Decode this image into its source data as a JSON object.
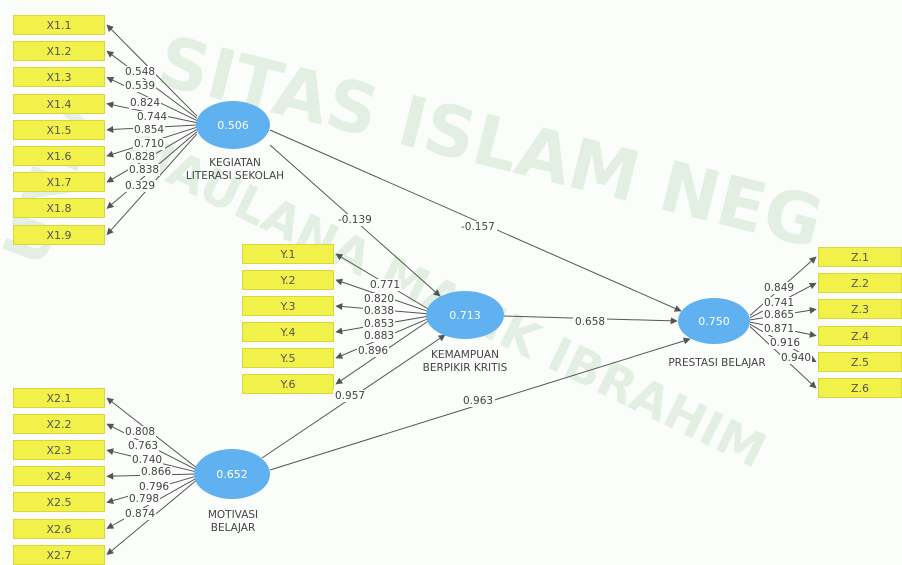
{
  "watermark": {
    "text_top": "SITAS ISLAM NEG",
    "text_mid": "MAULANA MALIK IBRAHIM",
    "text_left": "UNIV"
  },
  "colors": {
    "indicator": "#f2f14a",
    "latent": "#5fb1ef",
    "arrow": "#555555"
  },
  "constructs": {
    "kls": {
      "r2": "0.506",
      "label1": "KEGIATAN",
      "label2": "LITERASI SEKOLAH"
    },
    "kbk": {
      "r2": "0.713",
      "label1": "KEMAMPUAN",
      "label2": "BERPIKIR KRITIS"
    },
    "pb": {
      "r2": "0.750",
      "label1": "PRESTASI BELAJAR",
      "label2": ""
    },
    "mb": {
      "r2": "0.652",
      "label1": "MOTIVASI",
      "label2": "BELAJAR"
    }
  },
  "indicators": {
    "x1": [
      "X1.1",
      "X1.2",
      "X1.3",
      "X1.4",
      "X1.5",
      "X1.6",
      "X1.7",
      "X1.8",
      "X1.9"
    ],
    "y": [
      "Y.1",
      "Y.2",
      "Y.3",
      "Y.4",
      "Y.5",
      "Y.6"
    ],
    "z": [
      "Z.1",
      "Z.2",
      "Z.3",
      "Z.4",
      "Z.5",
      "Z.6"
    ],
    "x2": [
      "X2.1",
      "X2.2",
      "X2.3",
      "X2.4",
      "X2.5",
      "X2.6",
      "X2.7"
    ]
  },
  "loadings": {
    "x1": [
      "0.548",
      "0.539",
      "0.824",
      "0.744",
      "0.854",
      "0.710",
      "0.828",
      "0.838",
      "0.329"
    ],
    "y": [
      "0.771",
      "0.820",
      "0.838",
      "0.853",
      "0.883",
      "0.896"
    ],
    "z": [
      "0.849",
      "0.741",
      "0.865",
      "0.871",
      "0.916",
      "0.940"
    ],
    "x2": [
      "0.808",
      "0.763",
      "0.740",
      "0.866",
      "0.796",
      "0.798",
      "0.874"
    ]
  },
  "paths": {
    "kls_kbk": "-0.139",
    "kls_pb": "-0.157",
    "kbk_pb": "0.658",
    "mb_kbk": "0.957",
    "mb_pb": "0.963"
  }
}
